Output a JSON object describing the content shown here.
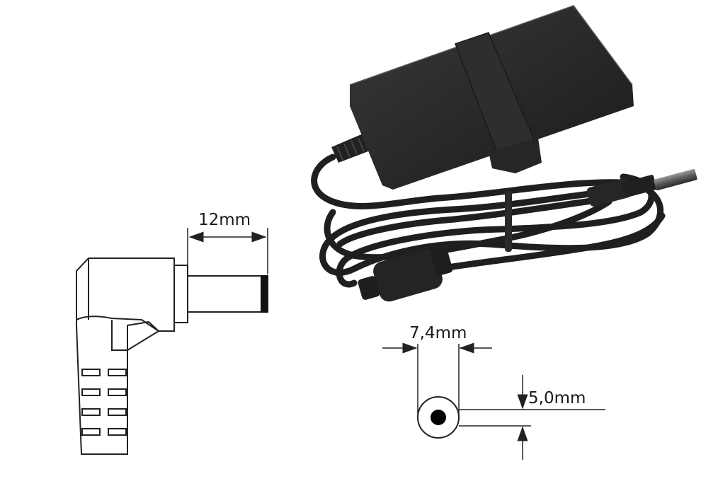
{
  "dimensions": {
    "tip_length": "12mm",
    "outer_diameter": "7,4mm",
    "inner_diameter": "5,0mm"
  },
  "colors": {
    "line": "#222222",
    "adapter_body": "#2a2a2a",
    "cable": "#1f1f1f",
    "background": "#ffffff"
  }
}
